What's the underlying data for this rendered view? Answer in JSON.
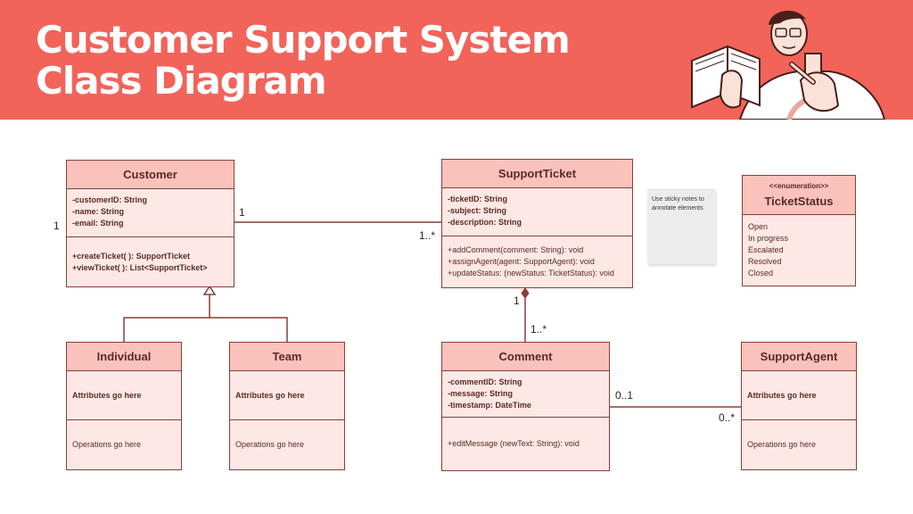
{
  "header": {
    "title_line1": "Customer Support System",
    "title_line2": "Class Diagram",
    "background_color": "#f2635a",
    "illustration": "person-reading-book-icon"
  },
  "classes": {
    "customer": {
      "name": "Customer",
      "attributes": [
        "-customerID: String",
        "-name: String",
        "-email: String"
      ],
      "operations": [
        "+createTicket( ): SupportTicket",
        "+viewTicket( ): List<SupportTicket>"
      ]
    },
    "individual": {
      "name": "Individual",
      "attributes": [
        "Attributes go here"
      ],
      "operations": [
        "Operations go here"
      ]
    },
    "team": {
      "name": "Team",
      "attributes": [
        "Attributes go here"
      ],
      "operations": [
        "Operations go here"
      ]
    },
    "support_ticket": {
      "name": "SupportTicket",
      "attributes": [
        "-ticketID: String",
        "-subject: String",
        "-description: String"
      ],
      "operations": [
        "+addComment(comment: String): void",
        "+assignAgent(agent: SupportAgent): void",
        "+updateStatus: (newStatus: TicketStatus): void"
      ]
    },
    "comment": {
      "name": "Comment",
      "attributes": [
        "-commentID: String",
        "-message: String",
        "-timestamp: DateTime"
      ],
      "operations": [
        "+editMessage (newText: String): void"
      ]
    },
    "ticket_status": {
      "stereotype": "<<enumeration>>",
      "name": "TicketStatus",
      "values": [
        "Open",
        "In progress",
        "Escalated",
        "Resolved",
        "Closed"
      ]
    },
    "support_agent": {
      "name": "SupportAgent",
      "attributes": [
        "Attributes go here"
      ],
      "operations": [
        "Operations go here"
      ]
    }
  },
  "multiplicities": {
    "customer_outer": "1",
    "customer_ticket_near_customer": "1",
    "customer_ticket_near_ticket": "1..*",
    "ticket_comment_near_ticket": "1",
    "ticket_comment_near_comment": "1..*",
    "comment_agent_near_comment": "0..1",
    "comment_agent_near_agent": "0..*"
  },
  "sticky_note": {
    "text": "Use sticky notes to annotate elements"
  },
  "colors": {
    "box_fill": "#fde8e5",
    "box_header": "#fbc2bb",
    "box_border": "#8a3e37"
  }
}
